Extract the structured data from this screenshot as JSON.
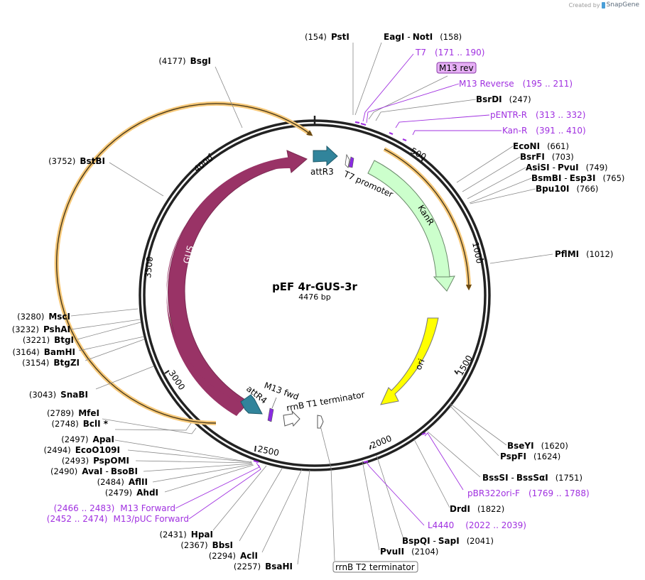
{
  "credit": {
    "prefix": "Created by",
    "brand": "SnapGene"
  },
  "plasmid": {
    "name": "pEF 4r-GUS-3r",
    "length": "4476 bp"
  },
  "ticks": [
    {
      "label": "500"
    },
    {
      "label": "1000"
    },
    {
      "label": "1500"
    },
    {
      "label": "2000"
    },
    {
      "label": "2500"
    },
    {
      "label": "3000"
    },
    {
      "label": "3500"
    },
    {
      "label": "4000"
    }
  ],
  "features": {
    "gus": "GUS",
    "kanr": "KanR",
    "ori": "ori",
    "attR3": "attR3",
    "attR4": "attR4",
    "t7_promoter": "T7 promoter",
    "m13_fwd": "M13 fwd",
    "rrnB_T1": "rrnB T1 terminator",
    "rrnB_T2": "rrnB T2 terminator",
    "m13_rev": "M13 rev"
  },
  "enzymes": [
    {
      "name": "PstI",
      "pos": "(154)"
    },
    {
      "name": "EagI",
      "name2": "NotI",
      "pos": "(158)"
    },
    {
      "name": "BsrDI",
      "pos": "(247)"
    },
    {
      "name": "EcoNI",
      "pos": "(661)"
    },
    {
      "name": "BsrFI",
      "pos": "(703)"
    },
    {
      "name": "AsiSI",
      "name2": "PvuI",
      "pos": "(749)"
    },
    {
      "name": "BsmBI",
      "name2": "Esp3I",
      "pos": "(765)"
    },
    {
      "name": "Bpu10I",
      "pos": "(766)"
    },
    {
      "name": "PflMI",
      "pos": "(1012)"
    },
    {
      "name": "BseYI",
      "pos": "(1620)"
    },
    {
      "name": "PspFI",
      "pos": "(1624)"
    },
    {
      "name": "BssSI",
      "name2": "BssSαI",
      "pos": "(1751)"
    },
    {
      "name": "DrdI",
      "pos": "(1822)"
    },
    {
      "name": "BspQI",
      "name2": "SapI",
      "pos": "(2041)"
    },
    {
      "name": "PvuII",
      "pos": "(2104)"
    },
    {
      "name": "BsaHI",
      "pos": "(2257)"
    },
    {
      "name": "AclI",
      "pos": "(2294)"
    },
    {
      "name": "BbsI",
      "pos": "(2367)"
    },
    {
      "name": "HpaI",
      "pos": "(2431)"
    },
    {
      "name": "AhdI",
      "pos": "(2479)"
    },
    {
      "name": "AflII",
      "pos": "(2484)"
    },
    {
      "name": "AvaI",
      "name2": "BsoBI",
      "pos": "(2490)"
    },
    {
      "name": "PspOMI",
      "pos": "(2493)"
    },
    {
      "name": "EcoO109I",
      "pos": "(2494)"
    },
    {
      "name": "ApaI",
      "pos": "(2497)"
    },
    {
      "name": "BclI *",
      "pos": "(2748)"
    },
    {
      "name": "MfeI",
      "pos": "(2789)"
    },
    {
      "name": "SnaBI",
      "pos": "(3043)"
    },
    {
      "name": "BtgZI",
      "pos": "(3154)"
    },
    {
      "name": "BamHI",
      "pos": "(3164)"
    },
    {
      "name": "BtgI",
      "pos": "(3221)"
    },
    {
      "name": "PshAI",
      "pos": "(3232)"
    },
    {
      "name": "MscI",
      "pos": "(3280)"
    },
    {
      "name": "BstBI",
      "pos": "(3752)"
    },
    {
      "name": "BsgI",
      "pos": "(4177)"
    }
  ],
  "primers": [
    {
      "name": "T7",
      "range": "(171 .. 190)"
    },
    {
      "name": "M13 Reverse",
      "range": "(195 .. 211)"
    },
    {
      "name": "pENTR-R",
      "range": "(313 .. 332)"
    },
    {
      "name": "Kan-R",
      "range": "(391 .. 410)"
    },
    {
      "name": "pBR322ori-F",
      "range": "(1769 .. 1788)"
    },
    {
      "name": "L4440",
      "range": "(2022 .. 2039)"
    },
    {
      "name": "M13 Forward",
      "range": "(2466 .. 2483)"
    },
    {
      "name": "M13/pUC Forward",
      "range": "(2452 .. 2474)"
    }
  ],
  "colors": {
    "backbone": "#222222",
    "gus": "#993366",
    "att": "#31849b",
    "kanr": "#ccffcc",
    "ori": "#ffff00",
    "orf": "#f5b041",
    "primer": "#a030e0",
    "m13rev_box": "#e6b0f5"
  }
}
